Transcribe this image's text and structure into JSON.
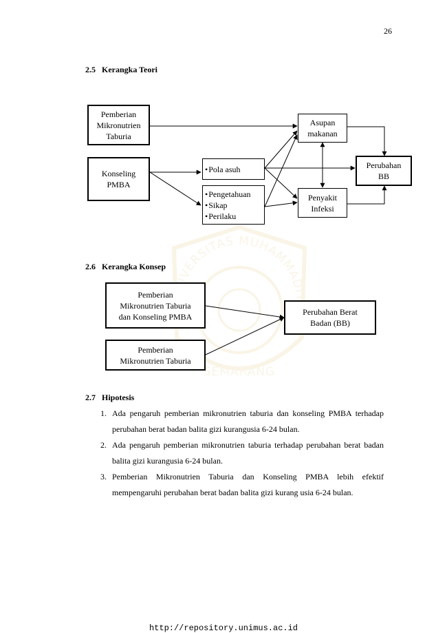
{
  "page_number": "26",
  "watermark": {
    "arc_text": "UNIVERSITAS MUHAMMADIYAH",
    "bottom_text": "SEMARANG",
    "color": "#d9b24a"
  },
  "sections": {
    "teori": {
      "number": "2.5",
      "title": "Kerangka Teori"
    },
    "konsep": {
      "number": "2.6",
      "title": "Kerangka Konsep"
    },
    "hipotesis": {
      "number": "2.7",
      "title": "Hipotesis"
    }
  },
  "teori_diagram": {
    "pemberian": [
      "Pemberian",
      "Mikronutrien",
      "Taburia"
    ],
    "konseling": [
      "Konseling",
      "PMBA"
    ],
    "pola_asuh": "Pola asuh",
    "knowledge": [
      "Pengetahuan",
      "Sikap",
      "Perilaku"
    ],
    "asupan": [
      "Asupan",
      "makanan"
    ],
    "penyakit": [
      "Penyakit",
      "Infeksi"
    ],
    "perubahan": [
      "Perubahan",
      "BB"
    ]
  },
  "konsep_diagram": {
    "box1": [
      "Pemberian",
      "Mikronutrien Taburia",
      "dan Konseling PMBA"
    ],
    "box2": [
      "Pemberian",
      "Mikronutrien Taburia"
    ],
    "outcome": [
      "Perubahan Berat",
      "Badan (BB)"
    ]
  },
  "hypotheses": [
    {
      "num": "1.",
      "text": "Ada pengaruh pemberian mikronutrien taburia dan konseling PMBA terhadap perubahan berat badan balita gizi kurangusia 6-24 bulan."
    },
    {
      "num": "2.",
      "text": "Ada pengaruh pemberian mikronutrien taburia terhadap perubahan berat badan balita gizi kurangusia 6-24 bulan."
    },
    {
      "num": "3.",
      "text": "Pemberian Mikronutrien Taburia dan Konseling PMBA lebih efektif mempengaruhi perubahan berat badan balita gizi kurang usia 6-24 bulan."
    }
  ],
  "footer_url": "http://repository.unimus.ac.id"
}
